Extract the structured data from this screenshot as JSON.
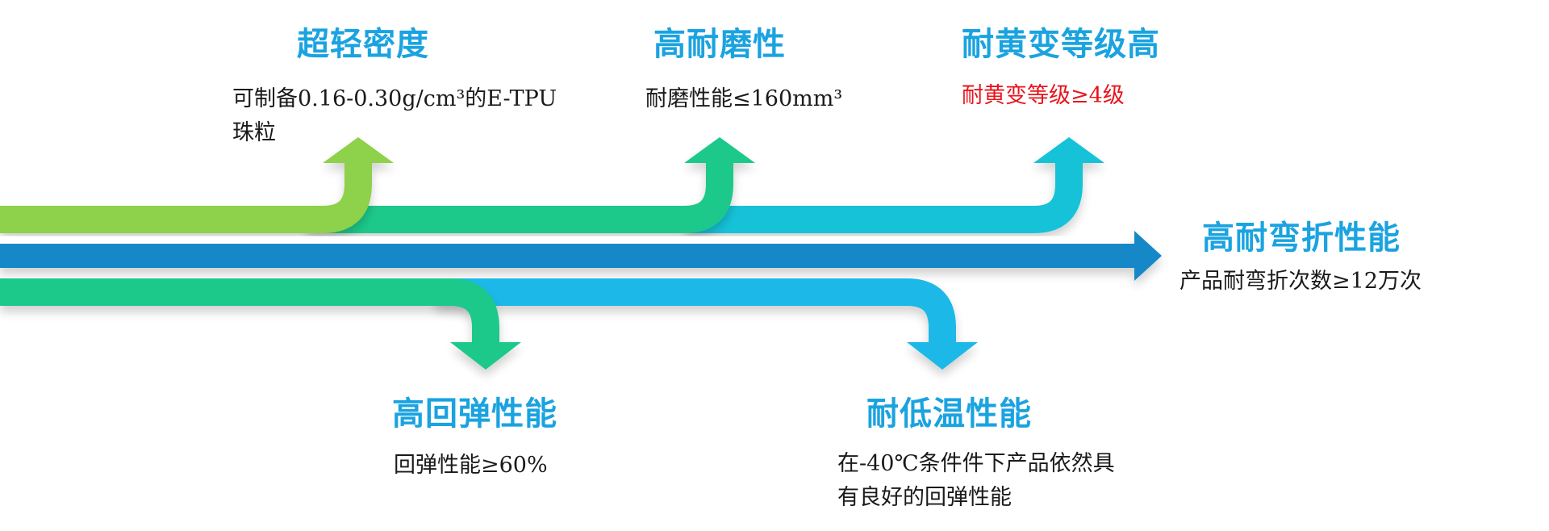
{
  "features": {
    "density": {
      "title": "超轻密度",
      "desc_lines": [
        "可制备0.16-0.30g/cm³的E-TPU",
        "珠粒"
      ]
    },
    "wear": {
      "title": "高耐磨性",
      "desc_lines": [
        "耐磨性能≤160mm³"
      ]
    },
    "yellowing": {
      "title": "耐黄变等级高",
      "desc_lines": [
        "耐黄变等级≥4级"
      ]
    },
    "bending": {
      "title": "高耐弯折性能",
      "desc_lines": [
        "产品耐弯折次数≥12万次"
      ]
    },
    "rebound": {
      "title": "高回弹性能",
      "desc_lines": [
        "回弹性能≥60%"
      ]
    },
    "low_temp": {
      "title": "耐低温性能",
      "desc_lines": [
        "在-40℃条件件下产品依然具",
        "有良好的回弹性能"
      ]
    }
  },
  "colors": {
    "title": "#1aa3e0",
    "desc": "#1a1a1a",
    "highlight_red": "#e8141c",
    "arrow_lime": "#8ed14b",
    "arrow_green": "#1ec98a",
    "arrow_teal": "#12c2b0",
    "arrow_sky": "#1ab8e8",
    "arrow_main": "#1288c8"
  }
}
